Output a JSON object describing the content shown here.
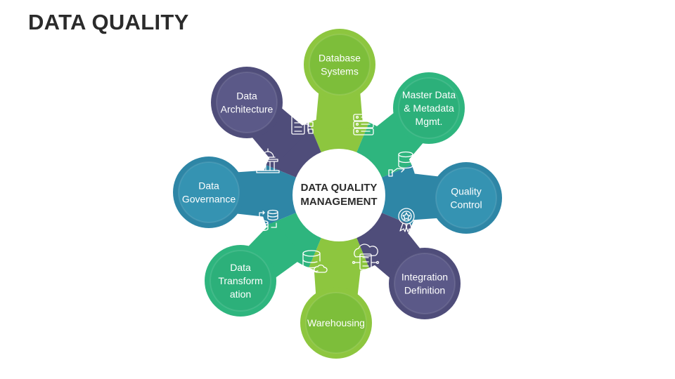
{
  "title": "DATA QUALITY",
  "center": {
    "line1": "DATA QUALITY",
    "line2": "MANAGEMENT"
  },
  "segments": [
    {
      "lines": [
        "Database",
        "Systems"
      ],
      "color": "#8DC63F",
      "circle": "#7DBE3A",
      "icon": "server-database-icon"
    },
    {
      "lines": [
        "Master Data",
        "& Metadata",
        "Mgmt."
      ],
      "color": "#2EB57E",
      "circle": "#2CB07A",
      "icon": "hand-database-icon"
    },
    {
      "lines": [
        "Quality",
        "Control"
      ],
      "color": "#2E86A6",
      "circle": "#3593B2",
      "icon": "award-badge-icon"
    },
    {
      "lines": [
        "Integration",
        "Definition"
      ],
      "color": "#4F4D7A",
      "circle": "#5B5988",
      "icon": "cloud-server-icon"
    },
    {
      "lines": [
        "Warehousing"
      ],
      "color": "#8DC63F",
      "circle": "#7DBE3A",
      "icon": "database-cloud-icon"
    },
    {
      "lines": [
        "Data",
        "Transform",
        "ation"
      ],
      "color": "#2EB57E",
      "circle": "#2CB07A",
      "icon": "database-transfer-icon"
    },
    {
      "lines": [
        "Data",
        "Governance"
      ],
      "color": "#2E86A6",
      "circle": "#3593B2",
      "icon": "government-building-icon"
    },
    {
      "lines": [
        "Data",
        "Architecture"
      ],
      "color": "#4F4D7A",
      "circle": "#5B5988",
      "icon": "architecture-diagram-icon"
    }
  ]
}
